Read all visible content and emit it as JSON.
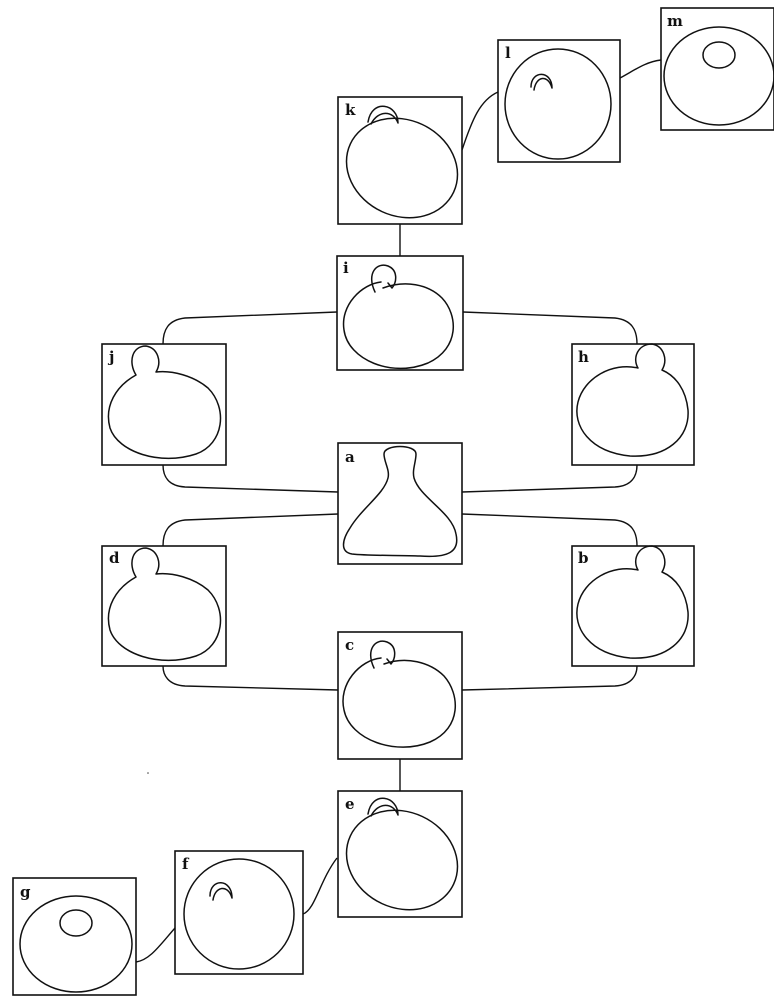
{
  "panels": {
    "a": "a",
    "b": "b",
    "c": "c",
    "d": "d",
    "e": "e",
    "f": "f",
    "g": "g",
    "h": "h",
    "i": "i",
    "j": "j",
    "k": "k",
    "l": "l",
    "m": "m"
  },
  "colors": {
    "stroke": "#111111",
    "background": "#ffffff"
  }
}
